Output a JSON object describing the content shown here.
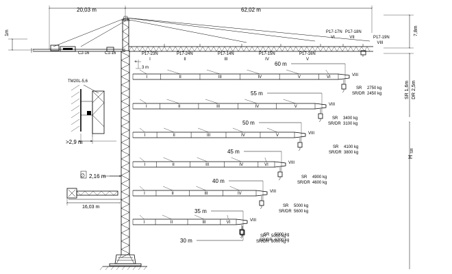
{
  "dimensions": {
    "counter_jib_length": "20,03 m",
    "jib_length": "62,02 m",
    "left_height": "1m",
    "tower_top_height": "7,8m",
    "sr_height": "SR 1,6m",
    "dr_height": "DR 2,5m",
    "h_label": "H",
    "h_sub": "SR",
    "step_height": "3 m",
    "rail_gauge": ">2,9 m",
    "base_width": "16,03 m",
    "mast_section": "2,16 m",
    "mast_section_symbol": "∅"
  },
  "counterweights": {
    "c2": "C2-16",
    "c1": "C1-16"
  },
  "attachment": {
    "label": "TM20L-5,6"
  },
  "main_jib_segments": [
    {
      "code": "P17-23N",
      "roman": "I"
    },
    {
      "code": "P17-24N",
      "roman": "II"
    },
    {
      "code": "P17-14N",
      "roman": "III"
    },
    {
      "code": "P17-15N",
      "roman": "IV"
    },
    {
      "code": "P17-16N",
      "roman": "V"
    },
    {
      "code": "P17-17N",
      "roman": "VI"
    },
    {
      "code": "P17-18N",
      "roman": "VII"
    },
    {
      "code": "P17-19N",
      "roman": "VIII"
    }
  ],
  "configurations": [
    {
      "length": "60 m",
      "segments": [
        "I",
        "II",
        "III",
        "IV",
        "V",
        "VI"
      ],
      "tip": "VIII",
      "sr_label": "SR",
      "sr_load": "2750 kg",
      "dr_label": "SR/DR",
      "dr_load": "2450 kg"
    },
    {
      "length": "55 m",
      "segments": [
        "I",
        "II",
        "III",
        "IV",
        "V"
      ],
      "tip": "VIII",
      "sr_label": "SR",
      "sr_load": "3400 kg",
      "dr_label": "SR/DR",
      "dr_load": "3100 kg"
    },
    {
      "length": "50 m",
      "segments": [
        "I",
        "II",
        "III",
        "IV",
        "V"
      ],
      "tip": "VIII",
      "sr_label": "SR",
      "sr_load": "4100 kg",
      "dr_label": "SR/DR",
      "dr_load": "3800 kg"
    },
    {
      "length": "45 m",
      "segments": [
        "I",
        "II",
        "III",
        "IV",
        "VI"
      ],
      "tip": "VIII",
      "sr_label": "SR",
      "sr_load": "4900 kg",
      "dr_label": "SR/DR",
      "dr_load": "4600 kg"
    },
    {
      "length": "40 m",
      "segments": [
        "I",
        "II",
        "III",
        "IV"
      ],
      "tip": "VIII",
      "sr_label": "SR",
      "sr_load": "5000 kg",
      "dr_label": "SR/DR",
      "dr_load": "5600 kg"
    },
    {
      "length": "35 m",
      "segments": [
        "I",
        "II",
        "III",
        "VI"
      ],
      "tip": "VIII",
      "sr_label": "SR",
      "sr_load": "5000 kg",
      "dr_label": "SR/DR",
      "dr_load": "6700 kg"
    },
    {
      "length": "30 m",
      "segments": [
        "I",
        "II",
        "III"
      ],
      "tip": "VIII",
      "sr_label": "SR",
      "sr_load": "5000 kg",
      "dr_label": "SR/DR",
      "dr_load": "8000 kg"
    }
  ]
}
